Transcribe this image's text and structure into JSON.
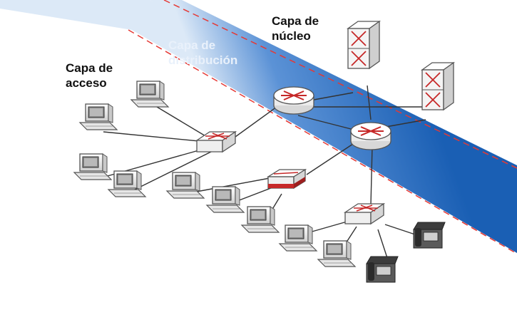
{
  "labels": {
    "acceso": {
      "line1": "Capa de",
      "line2": "acceso"
    },
    "distribucion": {
      "line1": "Capa de",
      "line2": "distribución"
    },
    "nucleo": {
      "line1": "Capa de",
      "line2": "núcleo"
    }
  },
  "colors": {
    "band_dark": "#1a5fb4",
    "band_light": "#dce9f7",
    "dashed_border": "#e53935",
    "device_body": "#f2f2f2",
    "device_outline": "#555555",
    "arrow_red": "#c62828",
    "link_line": "#333333"
  },
  "icons": [
    "router-icon",
    "multilayer-switch-icon",
    "workgroup-switch-icon",
    "pc-icon",
    "ip-phone-icon"
  ]
}
